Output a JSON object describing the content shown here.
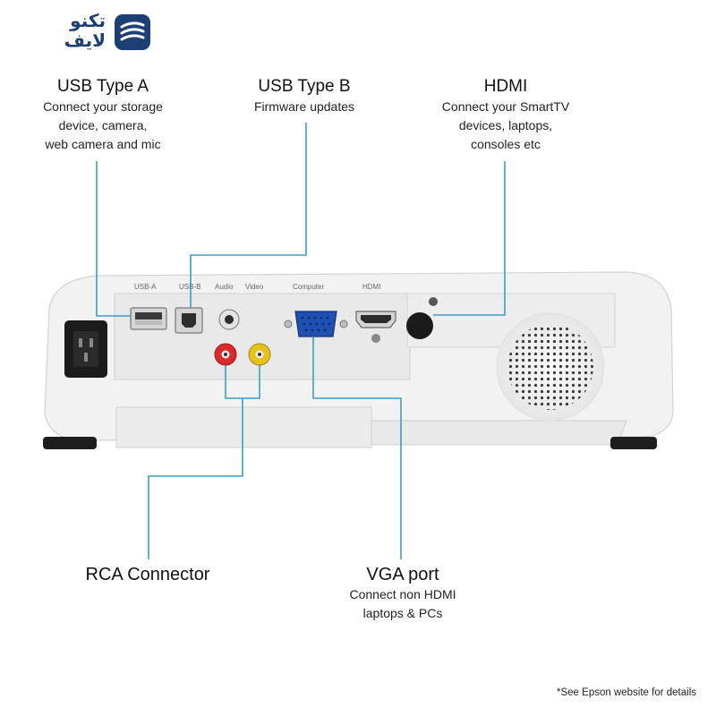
{
  "logo": {
    "text_line1": "تكنو",
    "text_line2": "لايف",
    "brand_color": "#1d3f74"
  },
  "callouts": {
    "usb_a": {
      "title": "USB Type A",
      "desc": "Connect your storage\ndevice, camera,\nweb camera and mic"
    },
    "usb_b": {
      "title": "USB Type B",
      "desc": "Firmware updates"
    },
    "hdmi": {
      "title": "HDMI",
      "desc": "Connect your SmartTV\ndevices, laptops,\nconsoles etc"
    },
    "rca": {
      "title": "RCA Connector",
      "desc": ""
    },
    "vga": {
      "title": "VGA port",
      "desc": "Connect non HDMI\nlaptops & PCs"
    }
  },
  "panel_labels": {
    "usb_a": "USB-A",
    "usb_b": "USB-B",
    "audio": "Audio",
    "video": "Video",
    "computer": "Computer",
    "hdmi": "HDMI"
  },
  "footnote": "*See Epson website for details",
  "colors": {
    "callout_line": "#3aa0c4",
    "projector_body": "#f1f1f1",
    "vga_port": "#1f4fb0",
    "rca_red": "#d92b2b",
    "rca_yellow": "#e8c21b"
  }
}
